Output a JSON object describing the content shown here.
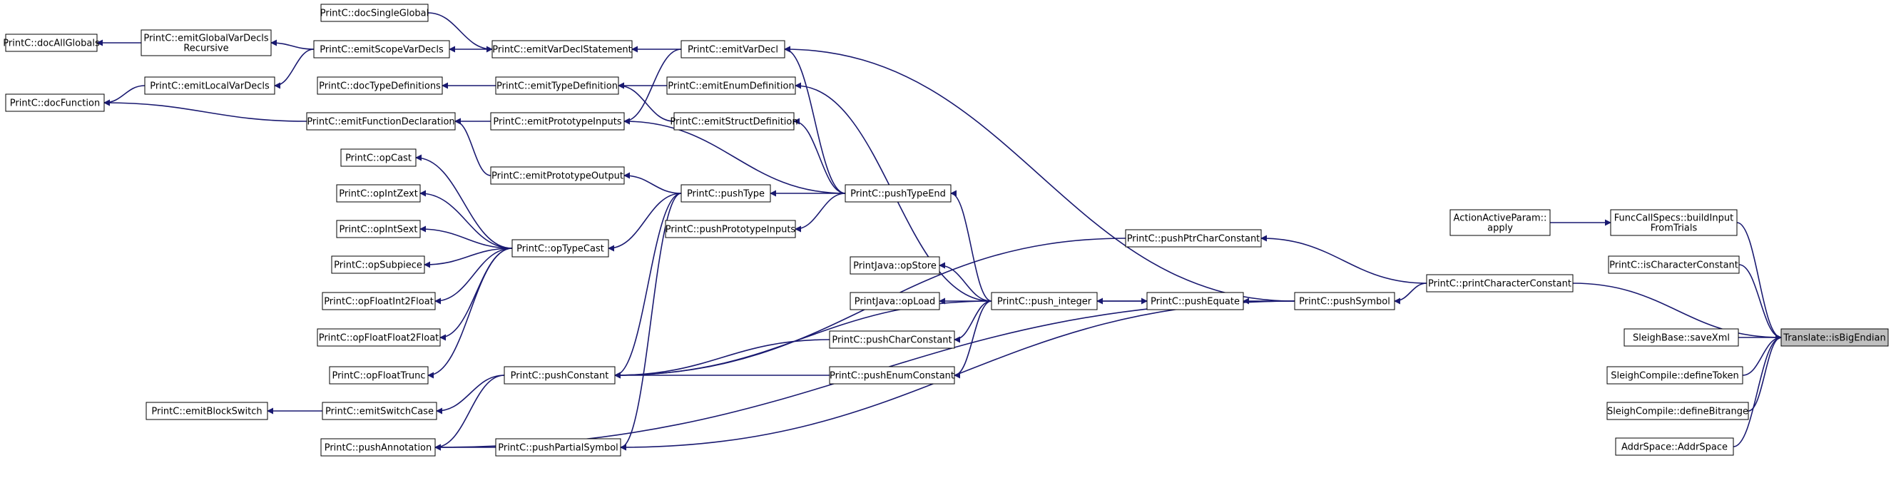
{
  "diagram": {
    "type": "call-graph",
    "root": "n_isbig",
    "colors": {
      "edge": "#191970",
      "node_border": "#000000",
      "node_fill": "#ffffff",
      "root_fill": "#bfbfbf"
    },
    "nodes": [
      {
        "id": "n_docall",
        "lines": [
          "PrintC::docAllGlobals"
        ]
      },
      {
        "id": "n_docfn",
        "lines": [
          "PrintC::docFunction"
        ]
      },
      {
        "id": "n_emitglob",
        "lines": [
          "PrintC::emitGlobalVarDecls",
          "Recursive"
        ]
      },
      {
        "id": "n_emitlocal",
        "lines": [
          "PrintC::emitLocalVarDecls"
        ]
      },
      {
        "id": "n_emitblock",
        "lines": [
          "PrintC::emitBlockSwitch"
        ]
      },
      {
        "id": "n_docsingle",
        "lines": [
          "PrintC::docSingleGlobal"
        ]
      },
      {
        "id": "n_emitscope",
        "lines": [
          "PrintC::emitScopeVarDecls"
        ]
      },
      {
        "id": "n_doctypedef",
        "lines": [
          "PrintC::docTypeDefinitions"
        ]
      },
      {
        "id": "n_emitfndecl",
        "lines": [
          "PrintC::emitFunctionDeclaration"
        ]
      },
      {
        "id": "n_opcast",
        "lines": [
          "PrintC::opCast"
        ]
      },
      {
        "id": "n_opintzext",
        "lines": [
          "PrintC::opIntZext"
        ]
      },
      {
        "id": "n_opintsext",
        "lines": [
          "PrintC::opIntSext"
        ]
      },
      {
        "id": "n_opsubpiece",
        "lines": [
          "PrintC::opSubpiece"
        ]
      },
      {
        "id": "n_opfloatint",
        "lines": [
          "PrintC::opFloatInt2Float"
        ]
      },
      {
        "id": "n_opfloatfloat",
        "lines": [
          "PrintC::opFloatFloat2Float"
        ]
      },
      {
        "id": "n_opfloattrunc",
        "lines": [
          "PrintC::opFloatTrunc"
        ]
      },
      {
        "id": "n_emitswitch",
        "lines": [
          "PrintC::emitSwitchCase"
        ]
      },
      {
        "id": "n_pushannot",
        "lines": [
          "PrintC::pushAnnotation"
        ]
      },
      {
        "id": "n_emitvarstmt",
        "lines": [
          "PrintC::emitVarDeclStatement"
        ]
      },
      {
        "id": "n_emittypedef",
        "lines": [
          "PrintC::emitTypeDefinition"
        ]
      },
      {
        "id": "n_emitprotoin",
        "lines": [
          "PrintC::emitPrototypeInputs"
        ]
      },
      {
        "id": "n_emitprotoout",
        "lines": [
          "PrintC::emitPrototypeOutput"
        ]
      },
      {
        "id": "n_optypecast",
        "lines": [
          "PrintC::opTypeCast"
        ]
      },
      {
        "id": "n_pushconst",
        "lines": [
          "PrintC::pushConstant"
        ]
      },
      {
        "id": "n_pushpartial",
        "lines": [
          "PrintC::pushPartialSymbol"
        ]
      },
      {
        "id": "n_emitvardecl",
        "lines": [
          "PrintC::emitVarDecl"
        ]
      },
      {
        "id": "n_emitenum",
        "lines": [
          "PrintC::emitEnumDefinition"
        ]
      },
      {
        "id": "n_emitstruct",
        "lines": [
          "PrintC::emitStructDefinition"
        ]
      },
      {
        "id": "n_pushtype",
        "lines": [
          "PrintC::pushType"
        ]
      },
      {
        "id": "n_pushprotoin",
        "lines": [
          "PrintC::pushPrototypeInputs"
        ]
      },
      {
        "id": "n_jstore",
        "lines": [
          "PrintJava::opStore"
        ]
      },
      {
        "id": "n_jload",
        "lines": [
          "PrintJava::opLoad"
        ]
      },
      {
        "id": "n_pushcharconst",
        "lines": [
          "PrintC::pushCharConstant"
        ]
      },
      {
        "id": "n_pushenumconst",
        "lines": [
          "PrintC::pushEnumConstant"
        ]
      },
      {
        "id": "n_pushtypeend",
        "lines": [
          "PrintC::pushTypeEnd"
        ]
      },
      {
        "id": "n_pushint",
        "lines": [
          "PrintC::push_integer"
        ]
      },
      {
        "id": "n_pushptrchar",
        "lines": [
          "PrintC::pushPtrCharConstant"
        ]
      },
      {
        "id": "n_pushequate",
        "lines": [
          "PrintC::pushEquate"
        ]
      },
      {
        "id": "n_pushsymbol",
        "lines": [
          "PrintC::pushSymbol"
        ]
      },
      {
        "id": "n_aap",
        "lines": [
          "ActionActiveParam::",
          "apply"
        ]
      },
      {
        "id": "n_printcharconst",
        "lines": [
          "PrintC::printCharacterConstant"
        ]
      },
      {
        "id": "n_fcs",
        "lines": [
          "FuncCallSpecs::buildInput",
          "FromTrials"
        ]
      },
      {
        "id": "n_ischarconst",
        "lines": [
          "PrintC::isCharacterConstant"
        ]
      },
      {
        "id": "n_savexml",
        "lines": [
          "SleighBase::saveXml"
        ]
      },
      {
        "id": "n_deftoken",
        "lines": [
          "SleighCompile::defineToken"
        ]
      },
      {
        "id": "n_defbitrange",
        "lines": [
          "SleighCompile::defineBitrange"
        ]
      },
      {
        "id": "n_addrspace",
        "lines": [
          "AddrSpace::AddrSpace"
        ]
      },
      {
        "id": "n_isbig",
        "lines": [
          "Translate::isBigEndian"
        ]
      }
    ],
    "edges": [
      [
        "n_emitglob",
        "n_docall"
      ],
      [
        "n_emitscope",
        "n_emitglob"
      ],
      [
        "n_emitvarstmt",
        "n_emitscope"
      ],
      [
        "n_docsingle",
        "n_emitvarstmt"
      ],
      [
        "n_emitvardecl",
        "n_emitvarstmt"
      ],
      [
        "n_emitlocal",
        "n_docfn"
      ],
      [
        "n_emitscope",
        "n_emitlocal"
      ],
      [
        "n_emitfndecl",
        "n_docfn"
      ],
      [
        "n_emitprotoin",
        "n_emitfndecl"
      ],
      [
        "n_emitprotoout",
        "n_emitfndecl"
      ],
      [
        "n_emittypedef",
        "n_doctypedef"
      ],
      [
        "n_emitenum",
        "n_emittypedef"
      ],
      [
        "n_emitstruct",
        "n_emittypedef"
      ],
      [
        "n_emitvardecl",
        "n_emitprotoin"
      ],
      [
        "n_pushtypeend",
        "n_emitvardecl"
      ],
      [
        "n_pushtypeend",
        "n_emitstruct"
      ],
      [
        "n_pushtypeend",
        "n_emitprotoin"
      ],
      [
        "n_pushtypeend",
        "n_pushtype"
      ],
      [
        "n_pushtypeend",
        "n_pushprotoin"
      ],
      [
        "n_pushtype",
        "n_emitprotoout"
      ],
      [
        "n_pushtype",
        "n_optypecast"
      ],
      [
        "n_pushtype",
        "n_pushconst"
      ],
      [
        "n_pushtype",
        "n_pushpartial"
      ],
      [
        "n_optypecast",
        "n_opcast"
      ],
      [
        "n_optypecast",
        "n_opintzext"
      ],
      [
        "n_optypecast",
        "n_opintsext"
      ],
      [
        "n_optypecast",
        "n_opsubpiece"
      ],
      [
        "n_optypecast",
        "n_opfloatint"
      ],
      [
        "n_optypecast",
        "n_opfloatfloat"
      ],
      [
        "n_optypecast",
        "n_opfloattrunc"
      ],
      [
        "n_pushconst",
        "n_emitswitch"
      ],
      [
        "n_pushconst",
        "n_pushannot"
      ],
      [
        "n_emitswitch",
        "n_emitblock"
      ],
      [
        "n_pushpartial",
        "n_pushannot"
      ],
      [
        "n_pushint",
        "n_emitenum"
      ],
      [
        "n_pushint",
        "n_pushtypeend"
      ],
      [
        "n_pushint",
        "n_jstore"
      ],
      [
        "n_pushint",
        "n_jload"
      ],
      [
        "n_pushint",
        "n_pushcharconst"
      ],
      [
        "n_pushint",
        "n_pushenumconst"
      ],
      [
        "n_pushint",
        "n_pushconst"
      ],
      [
        "n_pushint",
        "n_pushequate"
      ],
      [
        "n_pushequate",
        "n_pushint"
      ],
      [
        "n_pushcharconst",
        "n_pushconst"
      ],
      [
        "n_pushenumconst",
        "n_pushconst"
      ],
      [
        "n_pushptrchar",
        "n_pushconst"
      ],
      [
        "n_pushsymbol",
        "n_emitvardecl"
      ],
      [
        "n_pushsymbol",
        "n_pushequate"
      ],
      [
        "n_pushsymbol",
        "n_pushannot"
      ],
      [
        "n_pushsymbol",
        "n_pushpartial"
      ],
      [
        "n_printcharconst",
        "n_pushptrchar"
      ],
      [
        "n_printcharconst",
        "n_pushsymbol"
      ],
      [
        "n_aap",
        "n_fcs"
      ],
      [
        "n_fcs",
        "n_isbig"
      ],
      [
        "n_ischarconst",
        "n_isbig"
      ],
      [
        "n_printcharconst",
        "n_isbig"
      ],
      [
        "n_savexml",
        "n_isbig"
      ],
      [
        "n_deftoken",
        "n_isbig"
      ],
      [
        "n_defbitrange",
        "n_isbig"
      ],
      [
        "n_addrspace",
        "n_isbig"
      ]
    ]
  }
}
